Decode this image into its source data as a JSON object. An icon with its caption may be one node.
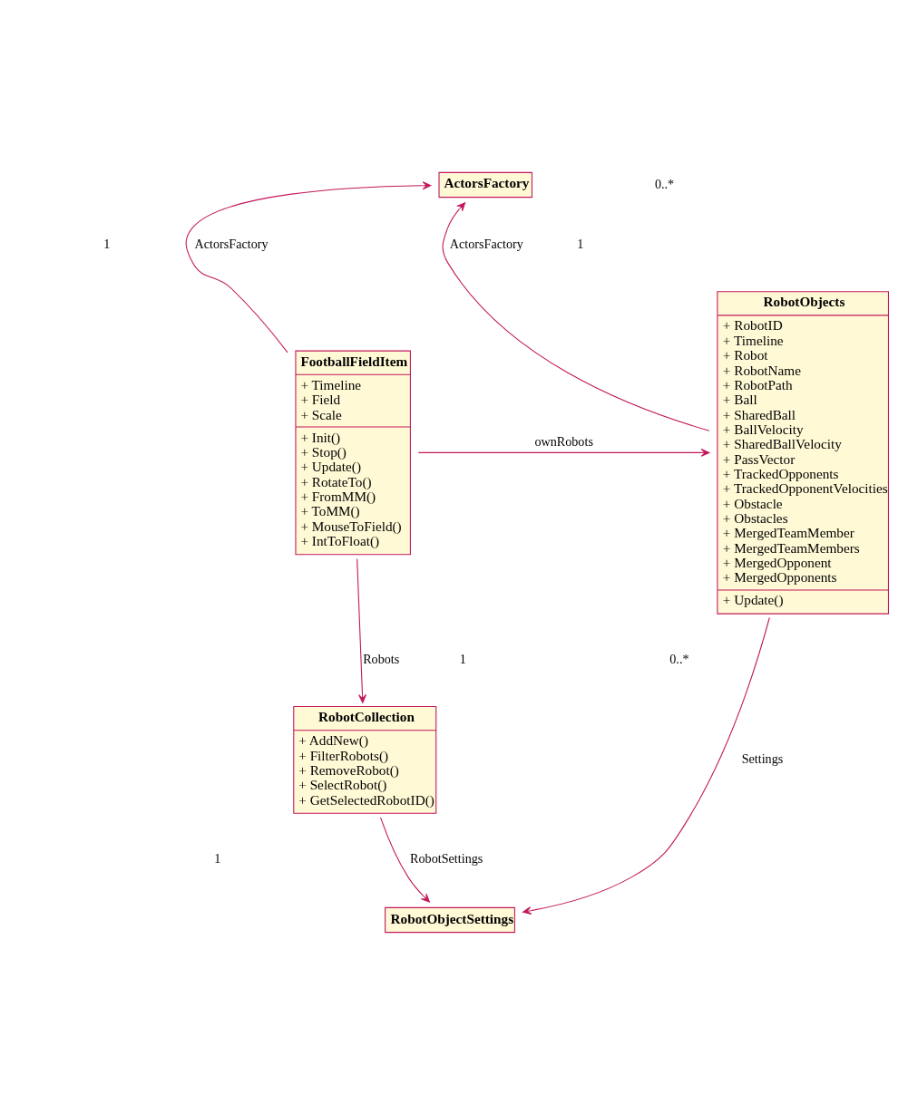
{
  "diagram": {
    "nodes": [
      {
        "text": [
          "ActorsFactory"
        ]
      },
      {
        "text": [
          "FootballFieldItem",
          "+ Timeline",
          "+ Field",
          "+ Scale",
          "+ Init()",
          "+ Stop()",
          "+ Update()",
          "+ RotateTo()",
          "+ FromMM()",
          "+ ToMM()",
          "+ MouseToField()",
          "+ IntToFloat()"
        ]
      },
      {
        "text": [
          "RobotCollection",
          "+ AddNew()",
          "+ FilterRobots()",
          "+ RemoveRobot()",
          "+ SelectRobot()",
          "+ GetSelectedRobotID()"
        ]
      },
      {
        "text": [
          "RobotObjects",
          "+ RobotID",
          "+ Timeline",
          "+ Robot",
          "+ RobotName",
          "+ RobotPath",
          "+ Ball",
          "+ SharedBall",
          "+ BallVelocity",
          "+ SharedBallVelocity",
          "+ PassVector",
          "+ TrackedOpponents",
          "+ TrackedOpponentVelocities",
          "+ Obstacle",
          "+ Obstacles",
          "+ MergedTeamMember",
          "+ MergedTeamMembers",
          "+ MergedOpponent",
          "+ MergedOpponents",
          "+ Update()"
        ]
      },
      {
        "text": [
          "RobotObjectSettings"
        ]
      }
    ],
    "edges": [
      {
        "from": 1,
        "to": 0,
        "arrow": "to",
        "label": "ActorsFactory"
      },
      {
        "from": 3,
        "to": 0,
        "arrow": "to",
        "label": "ActorsFactory"
      },
      {
        "from": 1,
        "to": 3,
        "arrow": "to",
        "label": "ownRobots"
      },
      {
        "from": 1,
        "to": 2,
        "arrow": "to",
        "label": "Robots"
      },
      {
        "from": 2,
        "to": 4,
        "arrow": "to",
        "label": "RobotSettings"
      },
      {
        "from": 3,
        "to": 4,
        "arrow": "to",
        "label": "Settings"
      }
    ],
    "labels": [
      "1",
      "1",
      "0..*",
      "1",
      "1",
      "0..*"
    ]
  }
}
